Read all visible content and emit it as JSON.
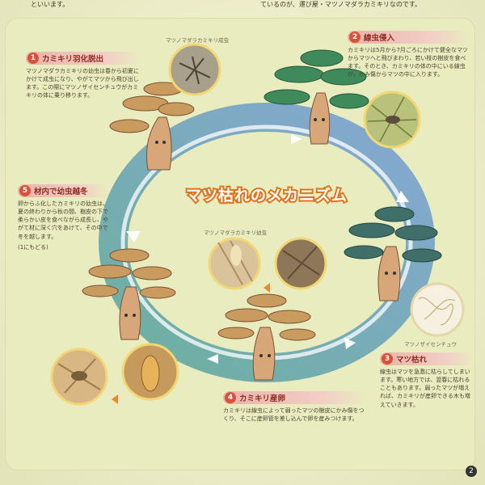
{
  "header": {
    "left_text": "といいます。",
    "right_text": "ているのが、運び屋・マツノマダラカミキリなのです。"
  },
  "title": "マツ枯れのメカニズム",
  "steps": [
    {
      "num": "1",
      "title": "カミキリ羽化脱出",
      "body": "マツノマダラカミキリの幼虫は春から初夏にかけて成虫になり、やがてマツから飛び出します。この際にマツノザイセンチュウがカミキリの体に乗り移ります。"
    },
    {
      "num": "2",
      "title": "線虫侵入",
      "body": "カミキリは5月から7月ごろにかけて健全なマツからマツへと飛びまわり、若い枝の樹皮を食べます。そのとき、カミキリの体の中にいる線虫が、かみ傷からマツの中に入ります。"
    },
    {
      "num": "3",
      "title": "マツ枯れ",
      "body": "線虫はマツを急激に枯らしてしまいます。寒い地方では、翌春に枯れることもあります。弱ったマツが増えれば、カミキリが産卵できる木も増えていきます。"
    },
    {
      "num": "4",
      "title": "カミキリ産卵",
      "body": "カミキリは線虫によって弱ったマツの樹皮にかみ傷をつくり、そこに産卵管を差し込んで卵を産みつけます。"
    },
    {
      "num": "5",
      "title": "材内で幼虫越冬",
      "body": "卵からふ化したカミキリの幼虫は、夏の終わりから秋の間、樹皮の下で柔らかい皮を食べながら成長し、やがて材に深く穴をあけて、その中で冬を越します。",
      "note": "(1にもどる)"
    }
  ],
  "captions": {
    "adult_beetle": "マツノマダラカミキリ成虫",
    "larva": "マツノマダラカミキリ幼虫",
    "nematode": "マツノザイセンチュウ"
  },
  "page_number": "2",
  "colors": {
    "accent_red": "#d8513b",
    "ring_blue": "#6e96cf",
    "ring_teal": "#5aa69a",
    "title_orange": "#f0872e",
    "photo_border": "#f2d774"
  }
}
